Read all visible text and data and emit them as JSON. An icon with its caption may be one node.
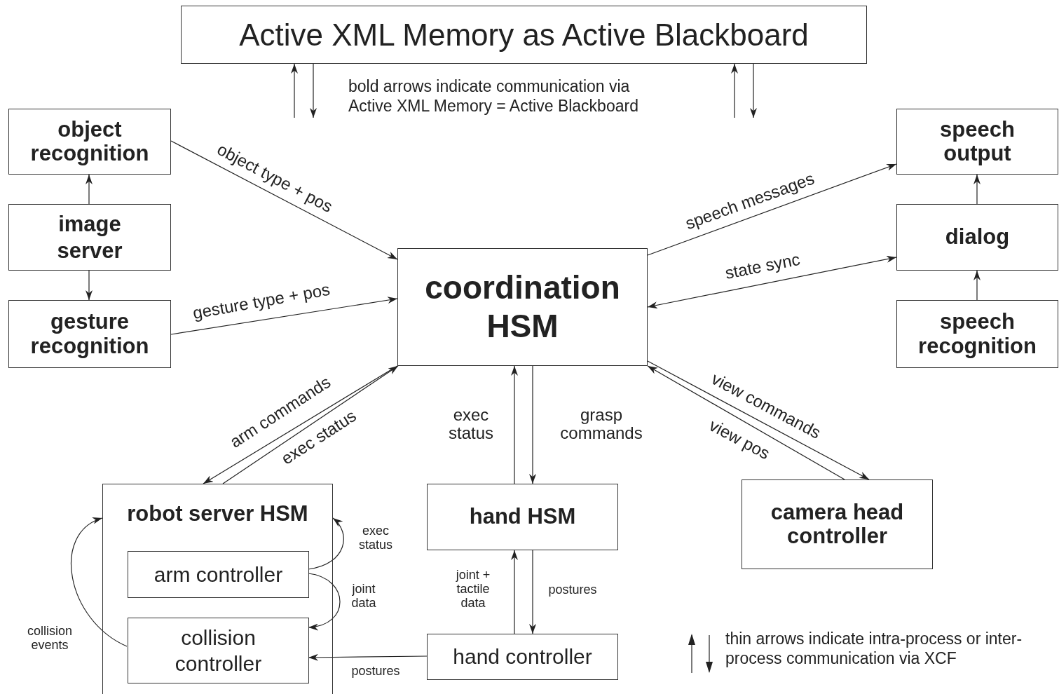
{
  "diagram": {
    "nodes": [
      {
        "text": [
          "Active XML Memory as Active Blackboard"
        ]
      },
      {
        "text": [
          "object recognition"
        ]
      },
      {
        "text": [
          "image server"
        ]
      },
      {
        "text": [
          "gesture recognition"
        ]
      },
      {
        "text": [
          "coordination HSM"
        ]
      },
      {
        "text": [
          "speech output"
        ]
      },
      {
        "text": [
          "dialog"
        ]
      },
      {
        "text": [
          "speech recognition"
        ]
      },
      {
        "text": [
          "robot server HSM"
        ]
      },
      {
        "text": [
          "arm controller"
        ],
        "in": 8
      },
      {
        "text": [
          "collision controller"
        ],
        "in": 8
      },
      {
        "text": [
          "hand HSM"
        ]
      },
      {
        "text": [
          "camera head controller"
        ]
      },
      {
        "text": [
          "hand controller"
        ]
      }
    ],
    "edges": [
      {
        "from": 1,
        "to": 4,
        "arrow": "to",
        "label": "object type + pos"
      },
      {
        "from": 3,
        "to": 4,
        "arrow": "to",
        "label": "gesture type + pos"
      },
      {
        "from": 2,
        "to": 1,
        "arrow": "to"
      },
      {
        "from": 2,
        "to": 3,
        "arrow": "to"
      },
      {
        "from": 4,
        "to": 5,
        "arrow": "to",
        "label": "speech messages"
      },
      {
        "from": 4,
        "to": 6,
        "arrow": "both",
        "label": "state sync"
      },
      {
        "from": 7,
        "to": 6,
        "arrow": "to"
      },
      {
        "from": 6,
        "to": 5,
        "arrow": "to"
      },
      {
        "from": 4,
        "to": 8,
        "arrow": "to",
        "label": "arm commands"
      },
      {
        "from": 8,
        "to": 4,
        "arrow": "to",
        "label": "exec status"
      },
      {
        "from": 11,
        "to": 4,
        "arrow": "to",
        "label": "exec status"
      },
      {
        "from": 4,
        "to": 11,
        "arrow": "to",
        "label": "grasp commands"
      },
      {
        "from": 4,
        "to": 12,
        "arrow": "to",
        "label": "view commands"
      },
      {
        "from": 12,
        "to": 4,
        "arrow": "to",
        "label": "view pos"
      },
      {
        "from": 9,
        "to": 8,
        "arrow": "to",
        "label": "exec status"
      },
      {
        "from": 9,
        "to": 10,
        "arrow": "to",
        "label": "joint data"
      },
      {
        "from": 10,
        "to": 8,
        "arrow": "to",
        "label": "collision events"
      },
      {
        "from": 13,
        "to": 11,
        "arrow": "to",
        "label": "joint + tactile data"
      },
      {
        "from": 11,
        "to": 13,
        "arrow": "to",
        "label": "postures"
      },
      {
        "from": 13,
        "to": 10,
        "arrow": "to",
        "label": "postures"
      },
      {
        "from": null,
        "to": 0,
        "arrow": "to"
      },
      {
        "from": 0,
        "to": null,
        "arrow": "to"
      },
      {
        "from": null,
        "to": 0,
        "arrow": "to"
      },
      {
        "from": 0,
        "to": null,
        "arrow": "to"
      }
    ],
    "labels": [
      "bold arrows indicate communication via Active XML Memory = Active Blackboard"
    ],
    "legend": [
      {
        "text": "thin arrows indicate intra-process or inter-process communication via XCF"
      }
    ]
  }
}
